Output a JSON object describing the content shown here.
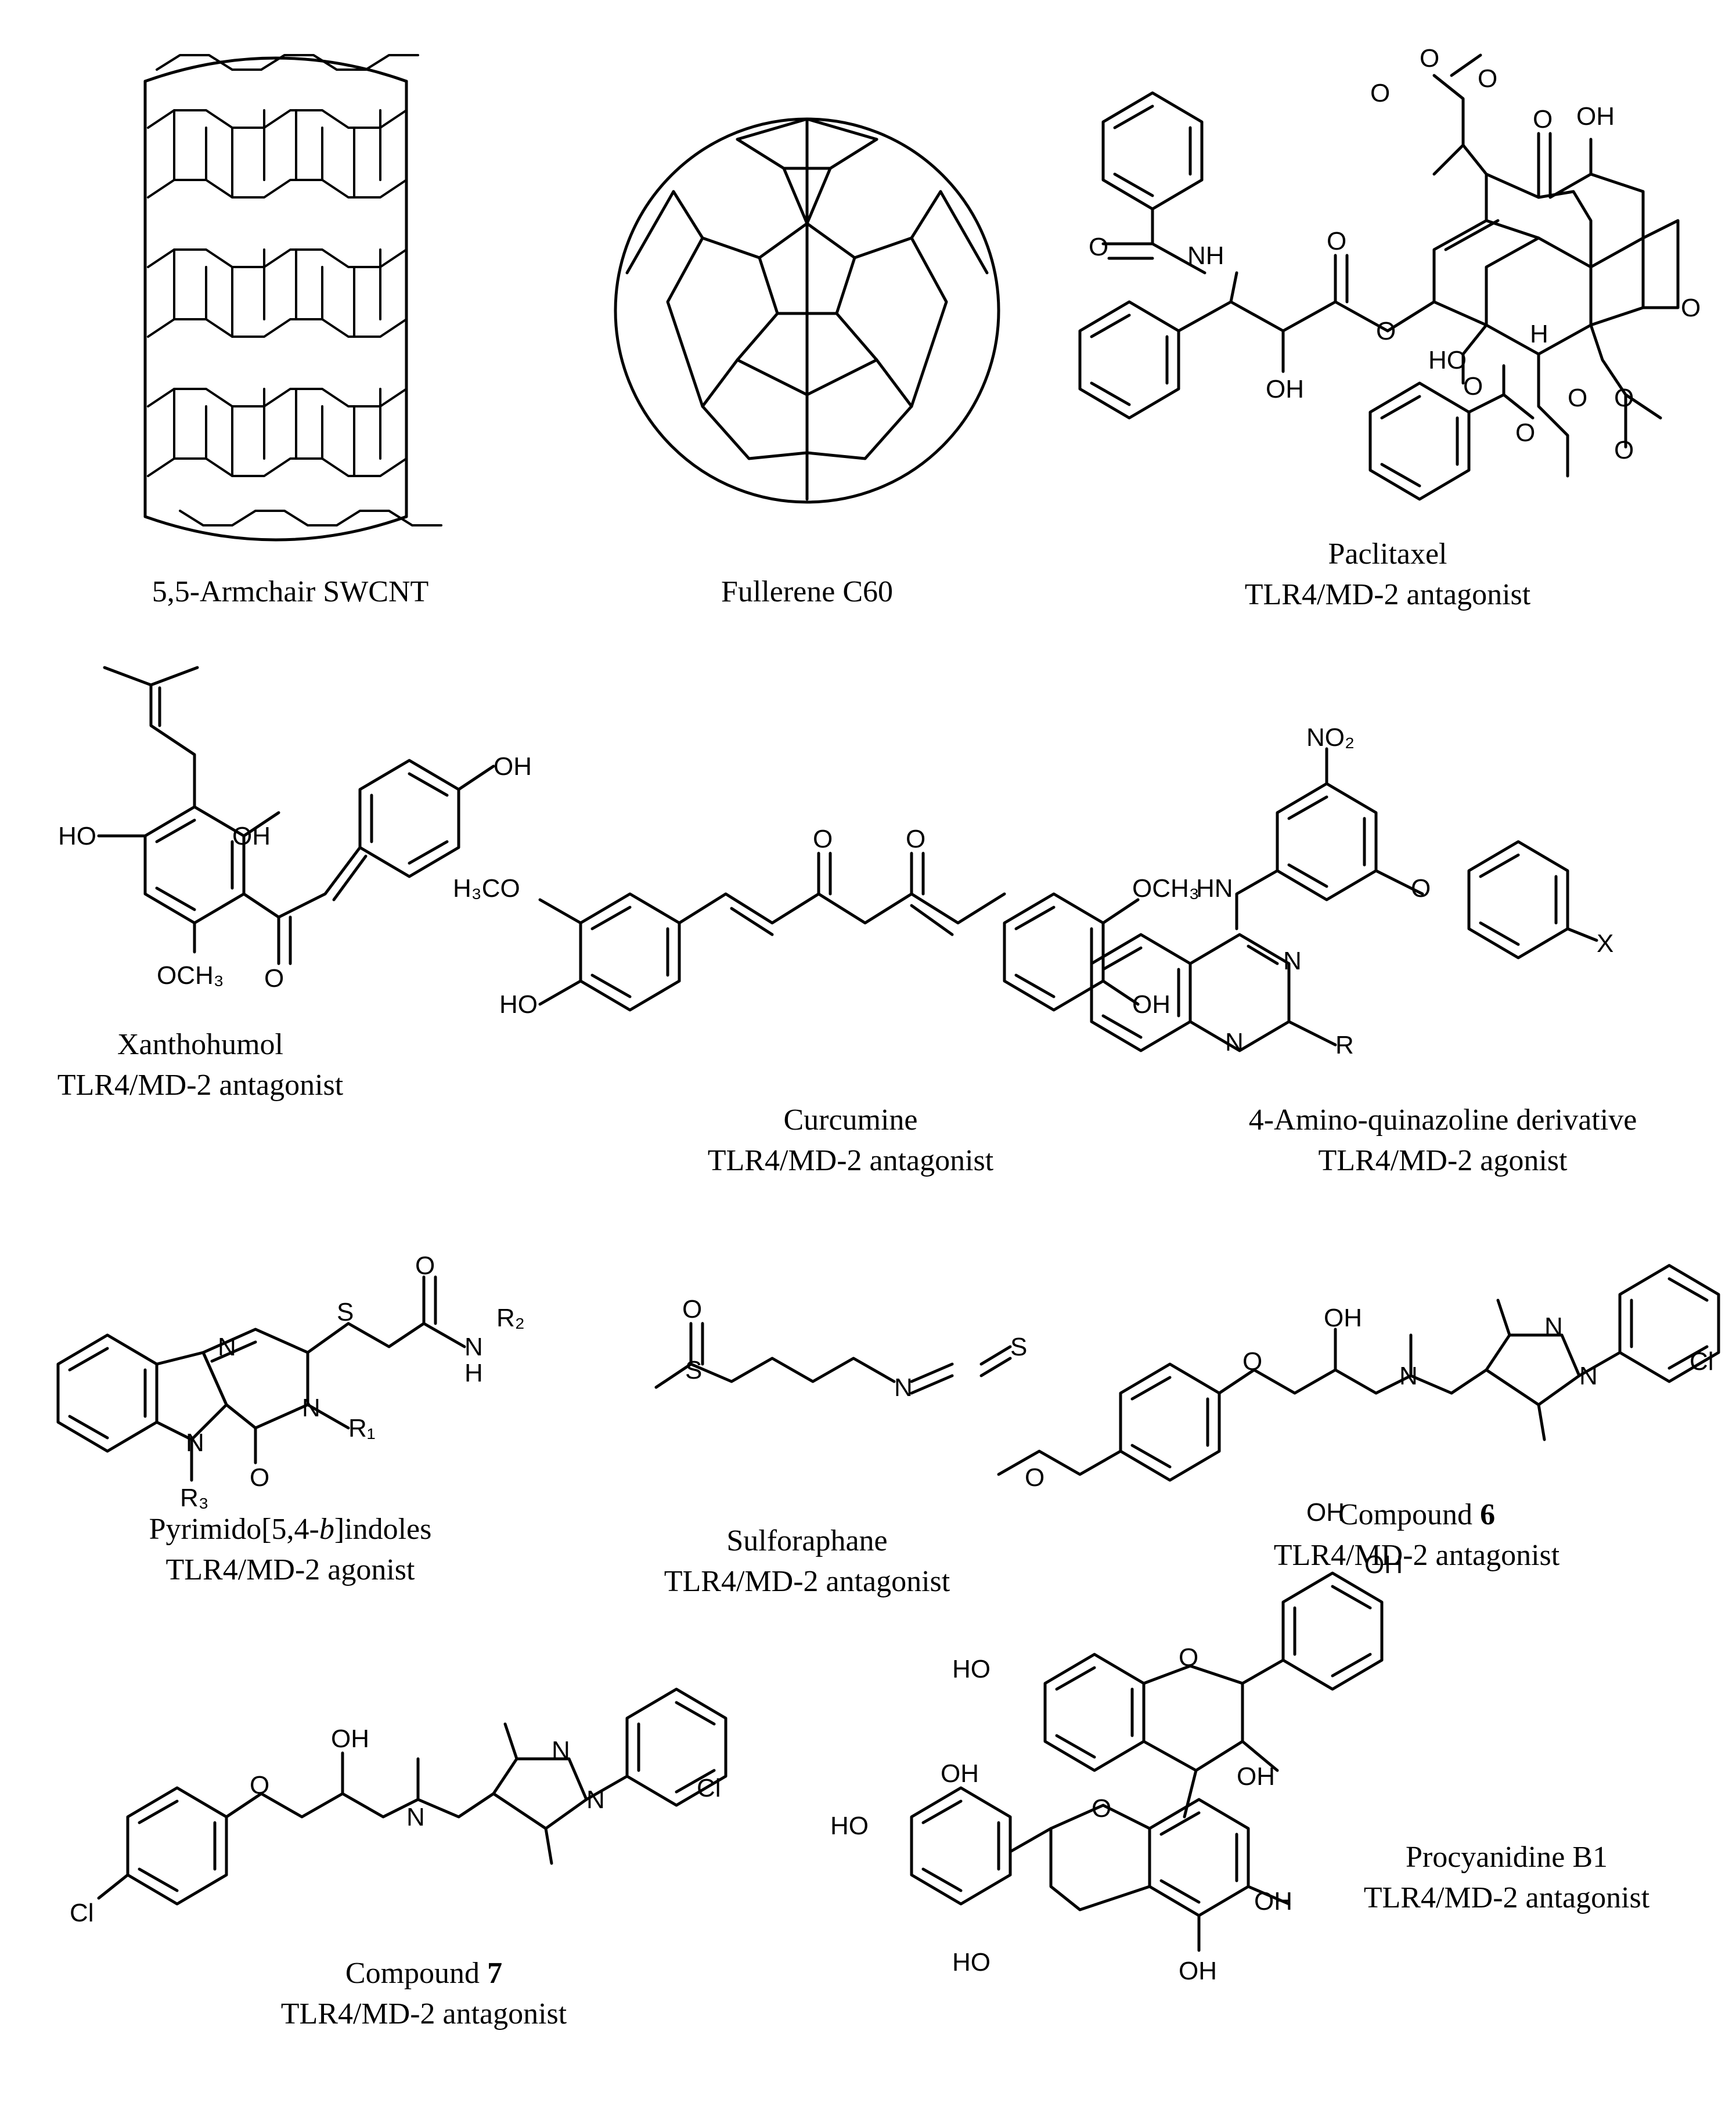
{
  "molecules": [
    {
      "id": "swcnt",
      "name": "5,5-Armchair SWCNT",
      "activity": ""
    },
    {
      "id": "fullerene",
      "name": "Fullerene C60",
      "activity": ""
    },
    {
      "id": "paclitaxel",
      "name": "Paclitaxel",
      "activity": "TLR4/MD-2 antagonist"
    },
    {
      "id": "xanthohumol",
      "name": "Xanthohumol",
      "activity": "TLR4/MD-2 antagonist"
    },
    {
      "id": "curcumine",
      "name": "Curcumine",
      "activity": "TLR4/MD-2 antagonist"
    },
    {
      "id": "aminoquinazoline",
      "name": "4-Amino-quinazoline derivative",
      "activity": "TLR4/MD-2 agonist"
    },
    {
      "id": "pyrimidoindoles",
      "name_prefix": "Pyrimido[5,4-",
      "name_italic": "b",
      "name_suffix": "]indoles",
      "activity": "TLR4/MD-2 agonist"
    },
    {
      "id": "sulforaphane",
      "name": "Sulforaphane",
      "activity": "TLR4/MD-2 antagonist"
    },
    {
      "id": "compound6",
      "name": "Compound ",
      "number": "6",
      "activity": "TLR4/MD-2 antagonist"
    },
    {
      "id": "compound7",
      "name": "Compound ",
      "number": "7",
      "activity": "TLR4/MD-2 antagonist"
    },
    {
      "id": "procyanidine",
      "name": "Procyanidine B1",
      "activity": "TLR4/MD-2 antagonist"
    }
  ],
  "atom_labels": {
    "nh": "NH",
    "oh": "OH",
    "ho": "HO",
    "o": "O",
    "h": "H",
    "n": "N",
    "s": "S",
    "cl": "Cl",
    "x": "X",
    "r": "R",
    "hn": "HN",
    "no2": "NO₂",
    "och3": "OCH₃",
    "h3co": "H₃CO",
    "r1": "R₁",
    "r2": "R₂",
    "r3": "R₃"
  }
}
